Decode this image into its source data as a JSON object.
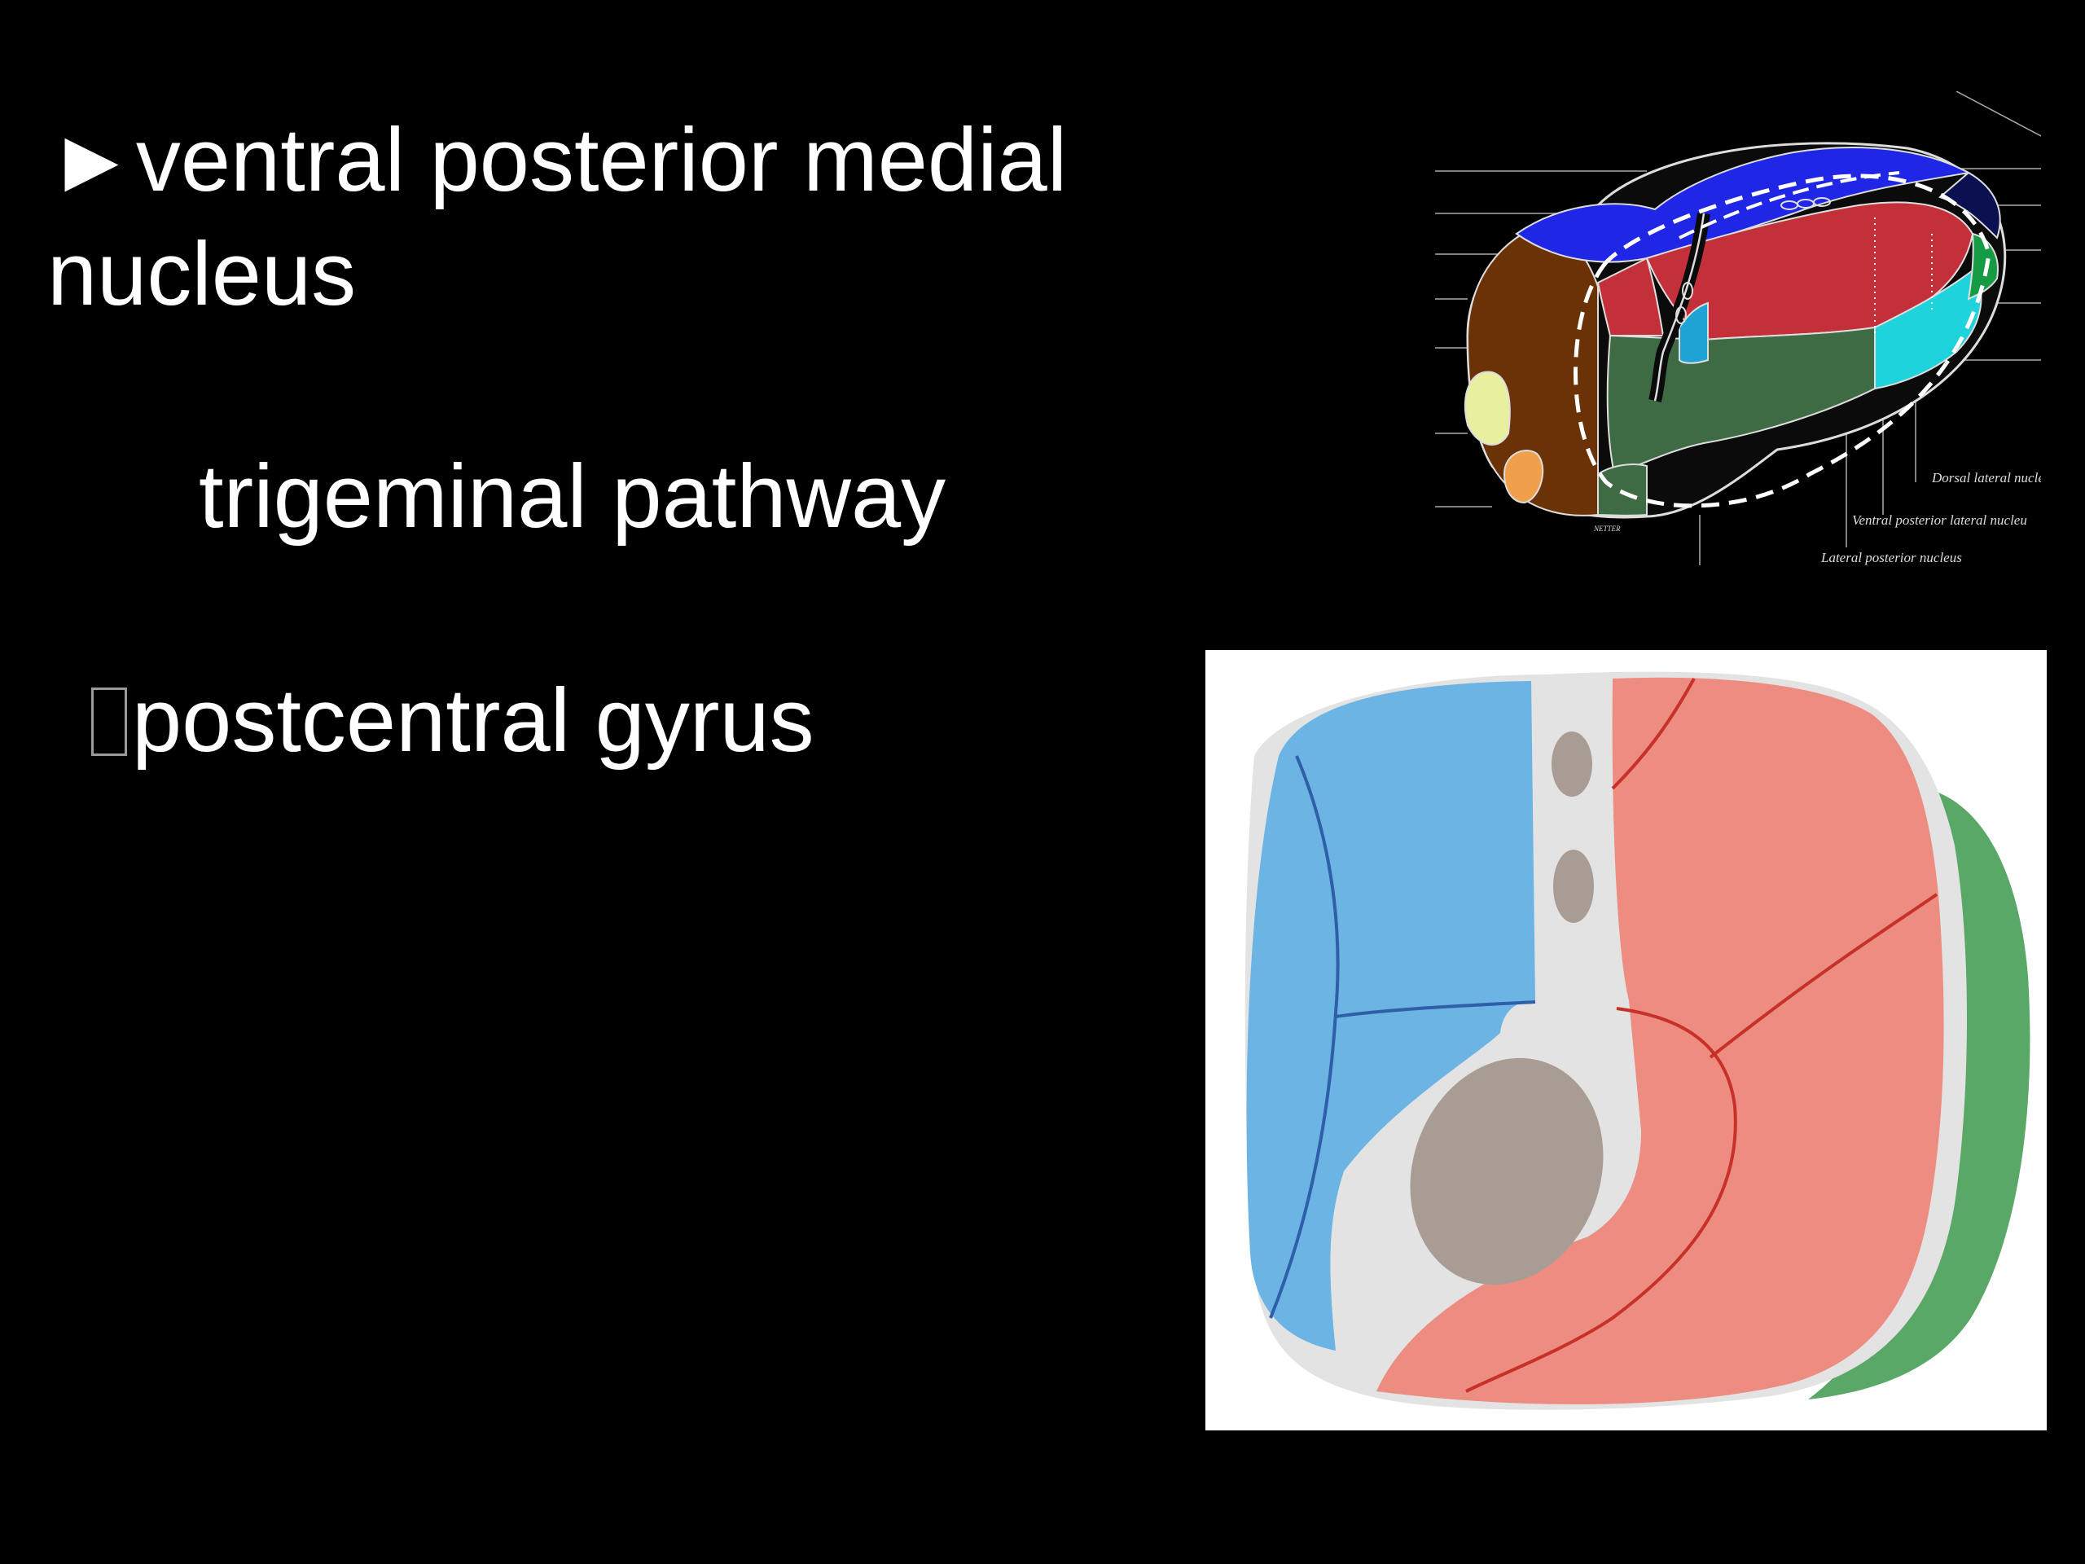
{
  "slide": {
    "line1": "►ventral posterior medial",
    "line2": "nucleus",
    "line3": "trigeminal pathway",
    "line4": "postcentral gyrus"
  },
  "figure_thalamus": {
    "labels": {
      "dorsal": "Dorsal lateral nucleus",
      "vpl": "Ventral posterior lateral nucleu",
      "lp": "Lateral posterior nucleus",
      "signature": "NETTER"
    },
    "colors": {
      "blue": "#1f26e6",
      "red": "#c4303a",
      "brown": "#6b3206",
      "green": "#3f6b44",
      "cyan": "#1fd3dc",
      "bright_green": "#169b45",
      "yellow": "#e8f0a0",
      "orange": "#f0a04a"
    }
  },
  "figure_crosssection": {
    "colors": {
      "blue": "#6cb4e4",
      "salmon": "#ed8c80",
      "grey": "#a89c94",
      "green": "#5aa868",
      "capsule": "#e3e3e3"
    }
  }
}
